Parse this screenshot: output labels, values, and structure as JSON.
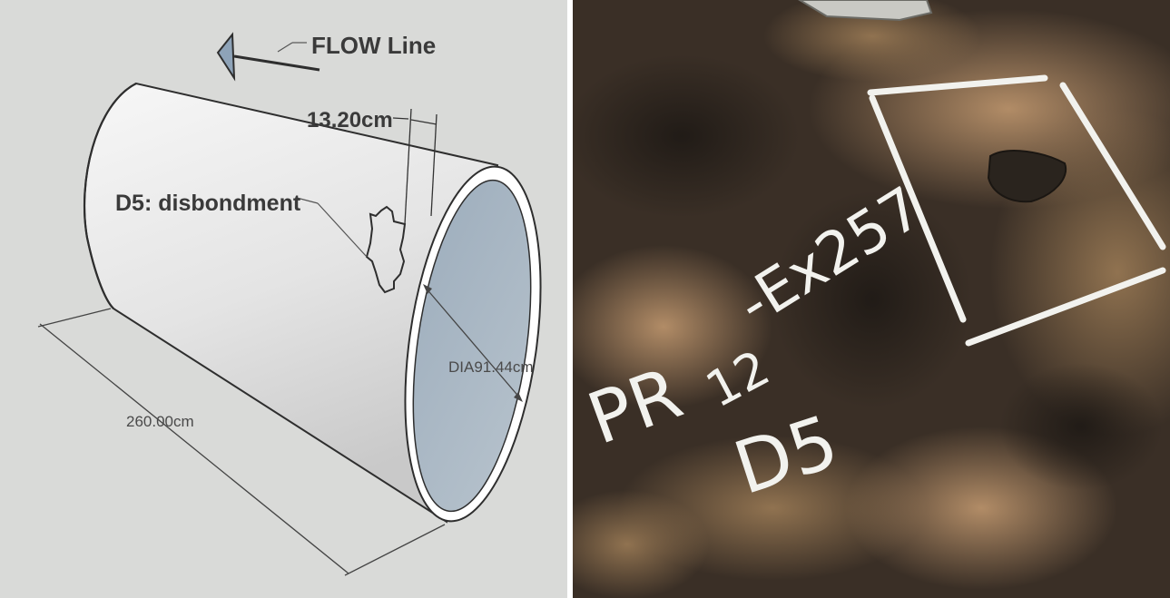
{
  "diagram": {
    "flow_label": "FLOW Line",
    "offset_label": "13.20cm",
    "defect_label": "D5: disbondment",
    "diameter_label": "DIA91.44cm",
    "length_label": "260.00cm",
    "colors": {
      "background": "#d9dad8",
      "pipe_body": "#e6e6e6",
      "pipe_bore": "#a9b6c2",
      "line": "#2e2e2e",
      "arrow": "#8ea3b8"
    }
  },
  "photo": {
    "marking_line1": "PR",
    "marking_sub": "12",
    "marking_line1b": "-Ex257",
    "marking_line2": "D5",
    "colors": {
      "coating": "#3a2f26",
      "rust": "#a98558",
      "chalk": "#f2f2ee"
    }
  }
}
